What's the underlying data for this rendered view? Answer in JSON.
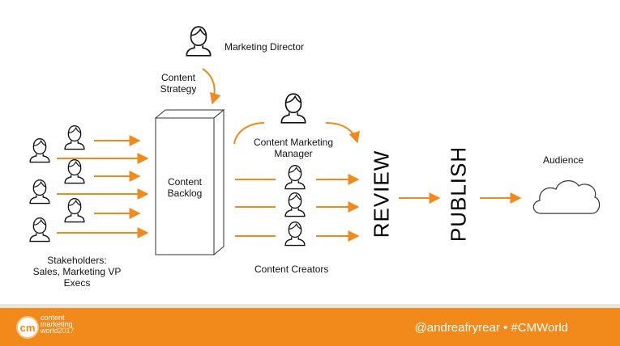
{
  "labels": {
    "marketing_director": "Marketing Director",
    "content_strategy_1": "Content",
    "content_strategy_2": "Strategy",
    "content_marketing_manager_1": "Content Marketing",
    "content_marketing_manager_2": "Manager",
    "content_backlog_1": "Content",
    "content_backlog_2": "Backlog",
    "stakeholders_1": "Stakeholders:",
    "stakeholders_2": "Sales, Marketing VP",
    "stakeholders_3": "Execs",
    "content_creators": "Content Creators",
    "review": "REVIEW",
    "publish": "PUBLISH",
    "audience": "Audience"
  },
  "footer": {
    "logo_mark": "cm",
    "logo_line_1": "content",
    "logo_line_2": "marketing",
    "logo_line_3": "world",
    "logo_year": "2017",
    "handle": "@andreafryrear • #CMWorld"
  },
  "colors": {
    "arrow": "#f18a1b",
    "footer": "#f18a1b",
    "person_stroke": "#111111"
  },
  "icons": [
    "person-icon",
    "cloud-icon",
    "content-marketing-world-logo"
  ]
}
